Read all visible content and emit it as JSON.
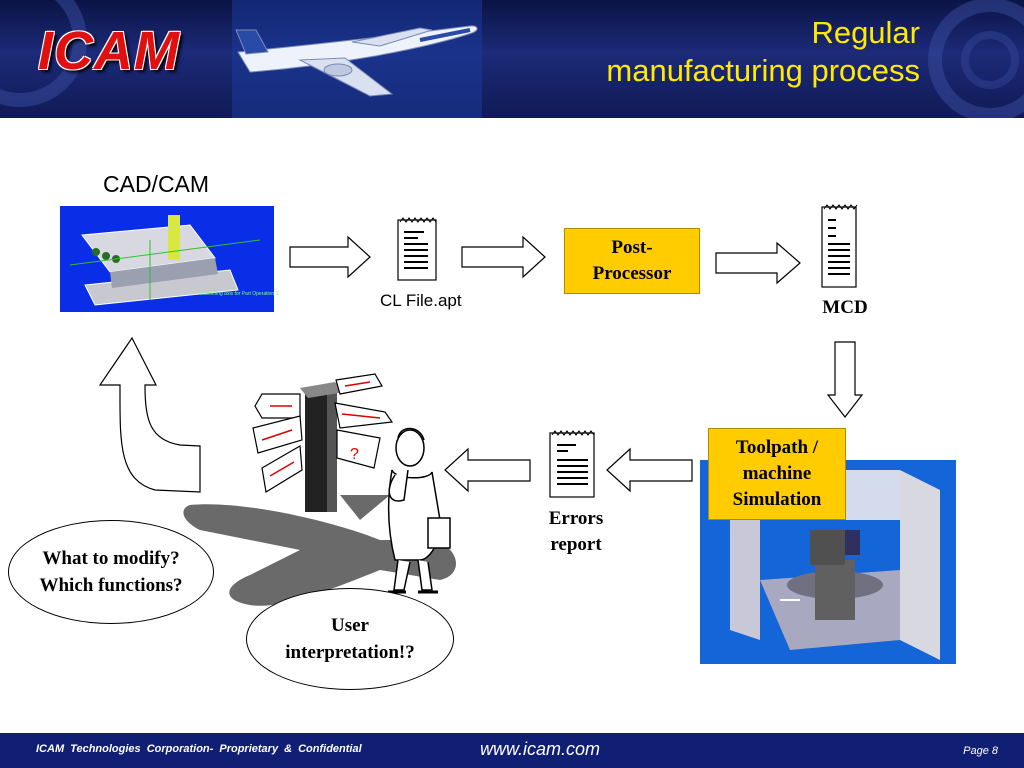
{
  "header": {
    "logo_text": "ICAM",
    "title_line1": "Regular",
    "title_line2": "manufacturing process"
  },
  "diagram": {
    "cadcam_label": "CAD/CAM",
    "clfile_label": "CL File.apt",
    "postprocessor_line1": "Post-",
    "postprocessor_line2": "Processor",
    "mcd_label": "MCD",
    "simulation_line1": "Toolpath /",
    "simulation_line2": "machine",
    "simulation_line3": "Simulation",
    "errors_line1": "Errors",
    "errors_line2": "report",
    "modify_line1": "What to modify?",
    "modify_line2": "Which functions?",
    "user_line1": "User",
    "user_line2": "interpretation!?",
    "signpost_question": "?"
  },
  "footer": {
    "confidential": "ICAM Technologies Corporation- Proprietary & Confidential",
    "website": "www.icam.com",
    "page": "Page 8"
  },
  "colors": {
    "header_blue": "#1c2a78",
    "title_yellow": "#ffea00",
    "box_yellow": "#ffcc00",
    "footer_blue": "#101f73",
    "logo_red": "#e01010"
  }
}
